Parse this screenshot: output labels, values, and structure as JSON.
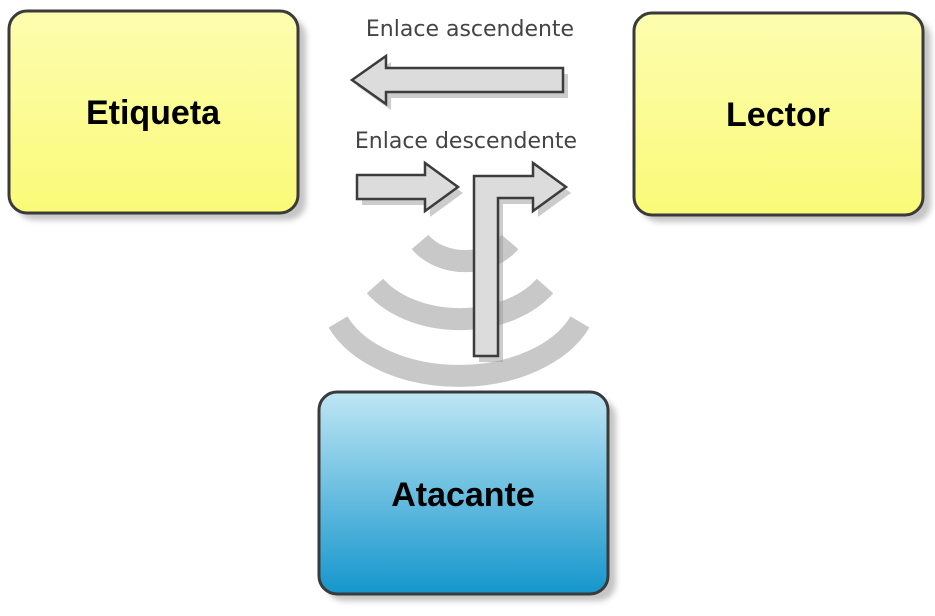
{
  "nodes": {
    "tag": {
      "label": "Etiqueta"
    },
    "reader": {
      "label": "Lector"
    },
    "attacker": {
      "label": "Atacante"
    }
  },
  "links": {
    "uplink": {
      "label": "Enlace ascendente"
    },
    "downlink": {
      "label": "Enlace descendente"
    }
  },
  "colors": {
    "node_yellow_top": "#fdfdb0",
    "node_yellow_bottom": "#fafa78",
    "node_blue_top": "#bfe6f4",
    "node_blue_bottom": "#1496cc",
    "node_border": "#3a3a3a",
    "arrow_fill": "#dcdcdc",
    "arrow_stroke": "#3c3c3c",
    "wave": "#c8c8c8"
  },
  "icons": {
    "signal": "radio-wave-icon"
  }
}
